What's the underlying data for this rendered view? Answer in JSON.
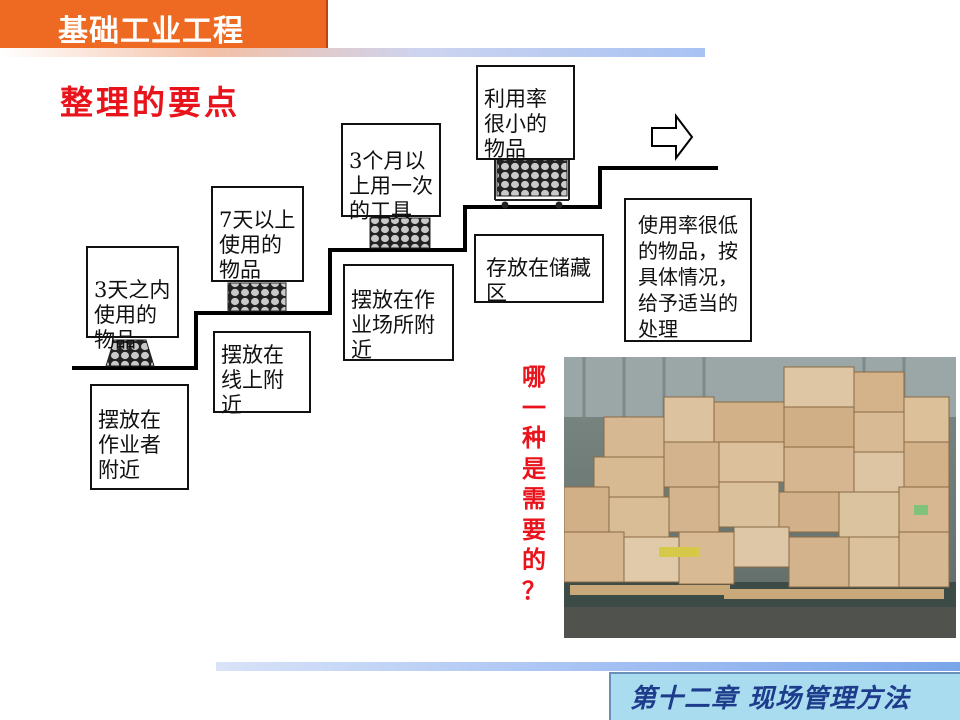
{
  "header": {
    "course_title": "基础工业工程"
  },
  "slide": {
    "title": "整理的要点"
  },
  "steps": [
    {
      "item": "3天之内使用的物品",
      "placement": "摆放在作业者附近"
    },
    {
      "item": "7天以上使用的物品",
      "placement": "摆放在线上附近"
    },
    {
      "item": "3个月以上用一次的工具",
      "placement": "摆放在作业场所附近"
    },
    {
      "item": "利用率很小的物品",
      "placement": "存放在储藏区"
    },
    {
      "item": "",
      "placement": "使用率很低的物品，按具体情况，给予适当的处理"
    }
  ],
  "question": {
    "lines": [
      "哪",
      "一",
      "种",
      "是",
      "需",
      "要",
      "的",
      "？"
    ]
  },
  "footer": {
    "chapter": "第十二章 现场管理方法"
  },
  "colors": {
    "accent_orange": "#ee6a22",
    "title_red": "#e8131b",
    "footer_blue": "#aadcf0"
  }
}
